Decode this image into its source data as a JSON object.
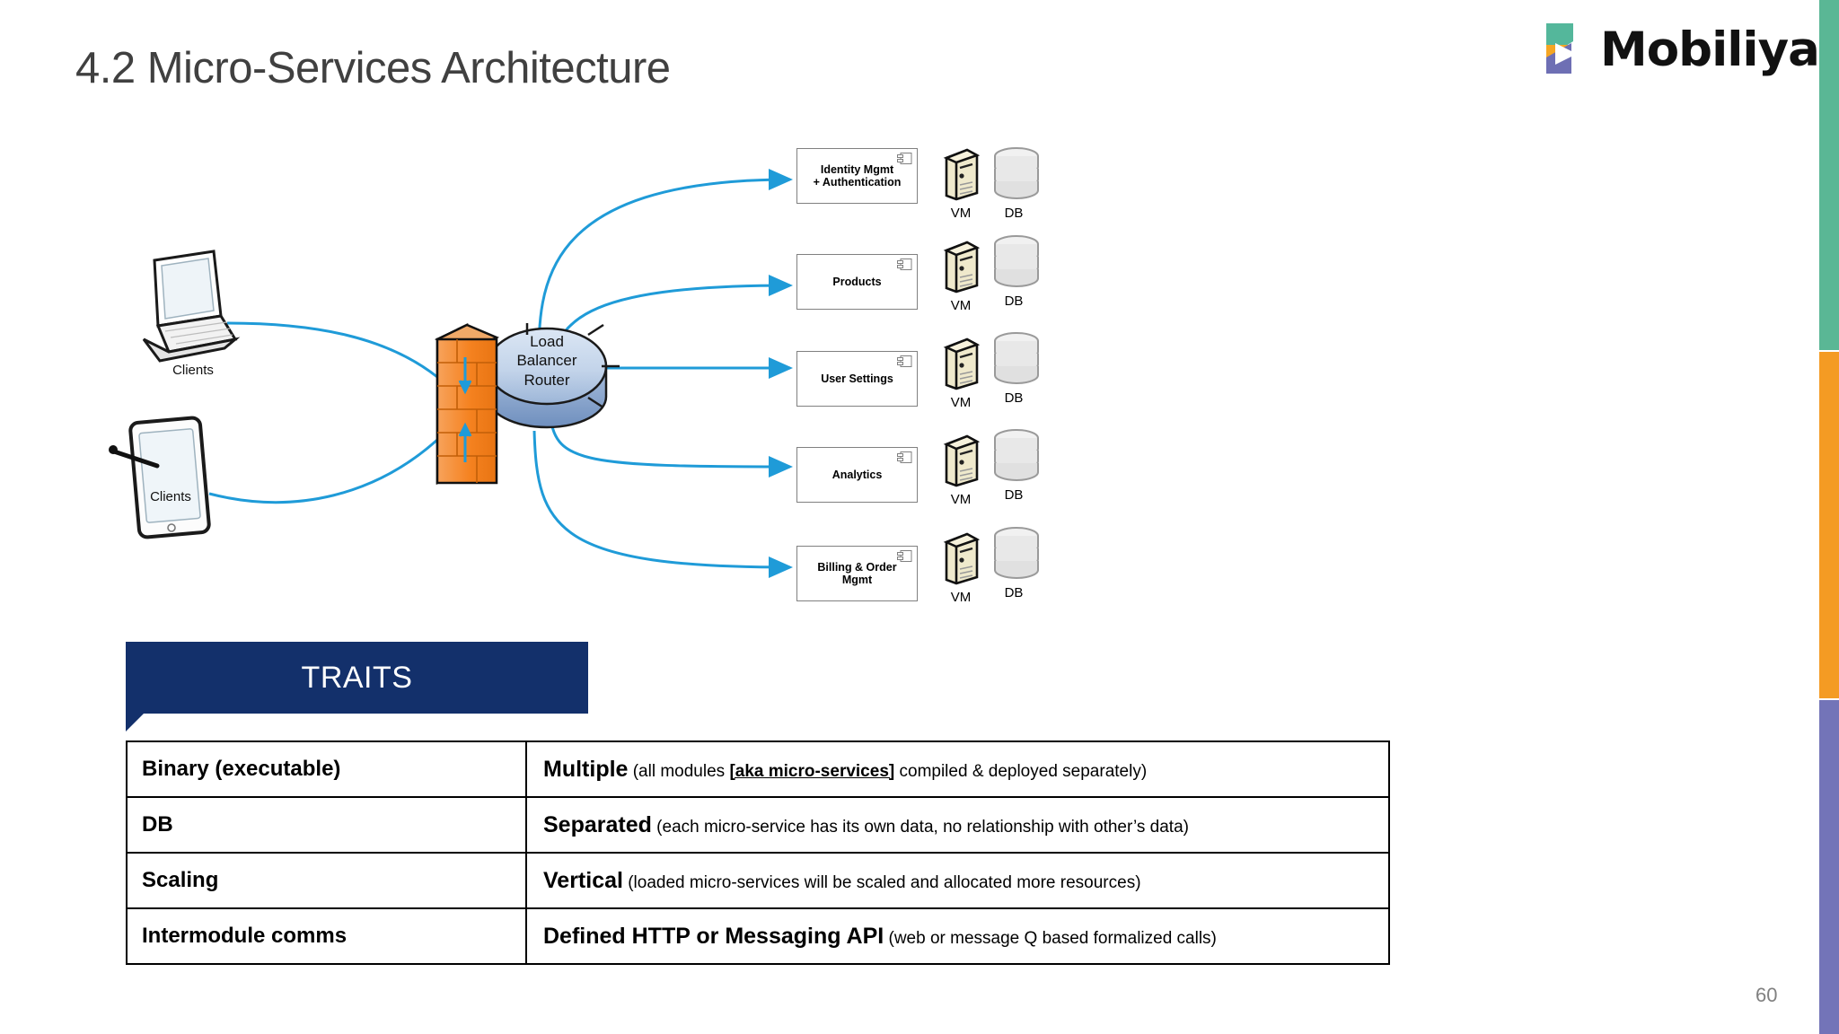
{
  "slide": {
    "title": "4.2 Micro-Services Architecture",
    "page_number": "60",
    "background_color": "#ffffff"
  },
  "logo": {
    "brand_text": "Mobiliya",
    "mark_colors": {
      "green": "#54b79b",
      "orange": "#f5a623",
      "purple": "#6e6fb4"
    }
  },
  "edge_bars": [
    {
      "name": "green",
      "color": "#5ab795"
    },
    {
      "name": "orange",
      "color": "#f49b23"
    },
    {
      "name": "purple",
      "color": "#7374b8"
    }
  ],
  "diagram": {
    "clients": [
      {
        "label": "Clients",
        "device": "laptop"
      },
      {
        "label": "Clients",
        "device": "tablet"
      }
    ],
    "firewall": {
      "name": "firewall",
      "color": "#f58220"
    },
    "load_balancer": {
      "lines": [
        "Load",
        "Balancer",
        "Router"
      ],
      "color": "#b9cce4"
    },
    "services": [
      {
        "label": "Identity Mgmt\n+ Authentication",
        "line1": "Identity Mgmt",
        "line2": "+ Authentication",
        "vm": "VM",
        "db": "DB"
      },
      {
        "label": "Products",
        "line1": "Products",
        "line2": "",
        "vm": "VM",
        "db": "DB"
      },
      {
        "label": "User Settings",
        "line1": "User Settings",
        "line2": "",
        "vm": "VM",
        "db": "DB"
      },
      {
        "label": "Analytics",
        "line1": "Analytics",
        "line2": "",
        "vm": "VM",
        "db": "DB"
      },
      {
        "label": "Billing & Order Mgmt",
        "line1": "Billing & Order",
        "line2": "Mgmt",
        "vm": "VM",
        "db": "DB"
      }
    ],
    "arrow_color": "#1f9bd8"
  },
  "traits": {
    "banner_label": "TRAITS",
    "banner_color": "#13306b",
    "rows": [
      {
        "term": "Binary (executable)",
        "strong": "Multiple",
        "pre": " (all modules ",
        "emph": "[aka micro-services]",
        "post": " compiled & deployed separately)"
      },
      {
        "term": "DB",
        "strong": "Separated",
        "pre": " (each micro-service has its own data, no relationship with other’s data)",
        "emph": "",
        "post": ""
      },
      {
        "term": "Scaling",
        "strong": "Vertical",
        "pre": " (loaded micro-services will be scaled and allocated more resources)",
        "emph": "",
        "post": ""
      },
      {
        "term": "Intermodule comms",
        "strong": "Defined HTTP or Messaging API",
        "pre": " (web or message Q based formalized calls)",
        "emph": "",
        "post": ""
      }
    ]
  }
}
